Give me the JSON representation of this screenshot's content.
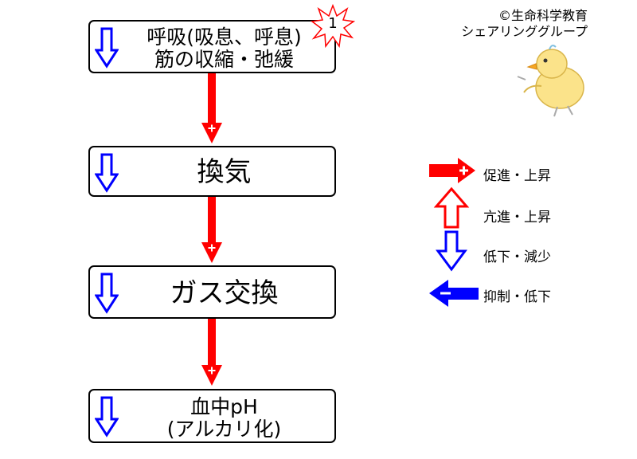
{
  "boxes": [
    {
      "line1": "呼吸(吸息、呼息)",
      "line2": "筋の収縮・弛緩"
    },
    {
      "label": "換気"
    },
    {
      "label": "ガス交換"
    },
    {
      "line1": "血中pH",
      "line2": "(アルカリ化)"
    }
  ],
  "badge": "1",
  "copyright": {
    "line1": "©生命科学教育",
    "line2": "シェアリンググループ"
  },
  "legend": [
    {
      "icon": "red-right-plus-arrow-icon",
      "label": "促進・上昇"
    },
    {
      "icon": "red-up-outline-arrow-icon",
      "label": "亢進・上昇"
    },
    {
      "icon": "blue-down-outline-arrow-icon",
      "label": "低下・減少"
    },
    {
      "icon": "blue-left-minus-arrow-icon",
      "label": "抑制・低下"
    }
  ],
  "colors": {
    "promote": "#ff0000",
    "inhibit": "#0000ff",
    "border": "#000000"
  }
}
